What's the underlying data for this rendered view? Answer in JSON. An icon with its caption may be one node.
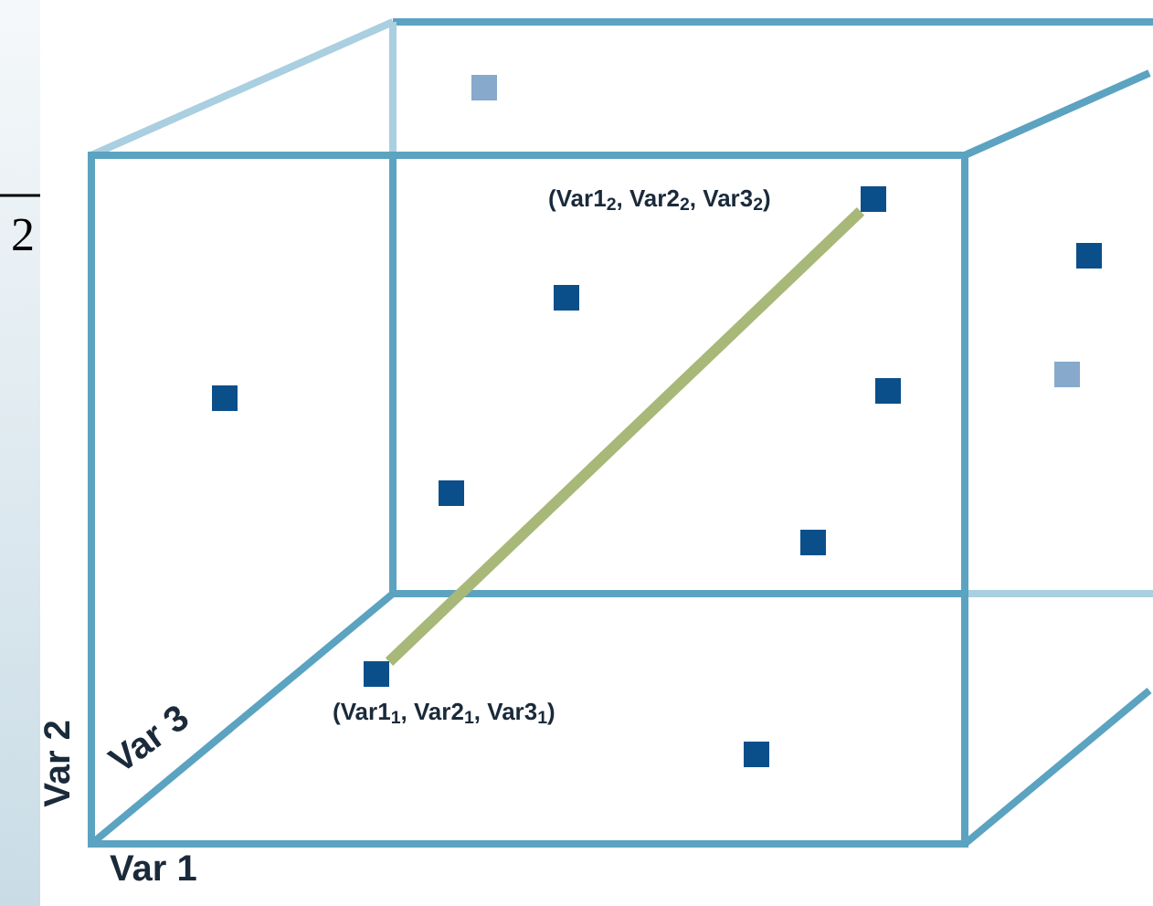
{
  "diagram": {
    "nodes": [
      {
        "text": [],
        "shape": "box"
      },
      {
        "text": [],
        "shape": "box",
        "beside": [
          "(Var1$_{2}$, Var2$_{2}$, Var3$_{2}$)"
        ]
      },
      {
        "text": [],
        "shape": "box"
      },
      {
        "text": [],
        "shape": "box"
      },
      {
        "text": [],
        "shape": "box"
      },
      {
        "text": [],
        "shape": "box"
      },
      {
        "text": [],
        "shape": "box"
      },
      {
        "text": [],
        "shape": "box"
      },
      {
        "text": [],
        "shape": "box"
      },
      {
        "text": [],
        "shape": "box",
        "beside": [
          "(Var1$_{1}$, Var2$_{1}$, Var3$_{1}$)"
        ]
      },
      {
        "text": [],
        "shape": "box"
      }
    ],
    "edges": [
      {
        "from": 9,
        "to": 1,
        "arrow": "none",
        "color": "#a8b878"
      }
    ],
    "labels": [
      "2",
      "Var 3",
      "Var 2",
      "Var 1"
    ]
  }
}
